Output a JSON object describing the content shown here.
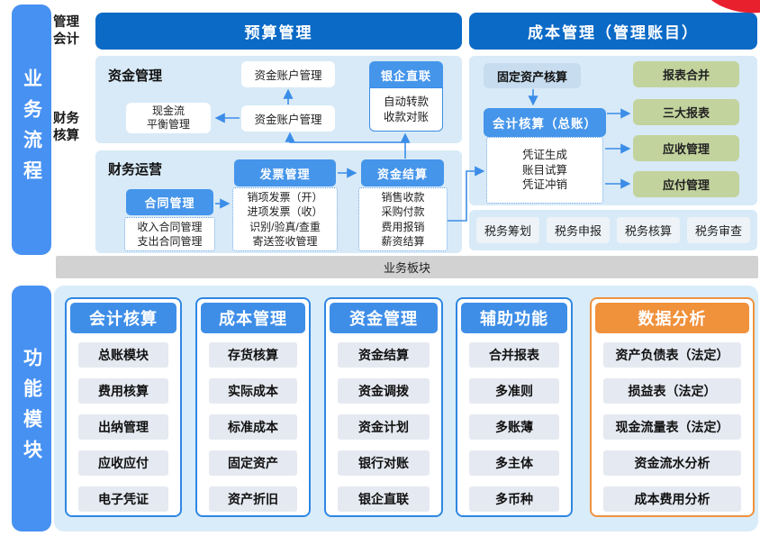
{
  "colors": {
    "primary_blue": "#0b6ac6",
    "mid_blue": "#4595ea",
    "sidebar_blue": "#4791f2",
    "panel_blue": "#d8eaf7",
    "green_box": "#c2d39d",
    "orange_accent": "#f0913c",
    "arrow_blue": "#3b8de8",
    "gray_bar": "#d2d2d2",
    "red_ribbon": "#e8202e"
  },
  "business_flow": {
    "sidebar_label": "业务流程",
    "row_labels": [
      "管理会计",
      "财务核算"
    ],
    "budget_header": "预算管理",
    "cost_header": "成本管理（管理账目）",
    "fund": {
      "title": "资金管理",
      "account_box_top": "资金账户管理",
      "account_box_mid": "资金账户管理",
      "cashflow_lines": [
        "现金流",
        "平衡管理"
      ],
      "bank_header": "银企直联",
      "bank_lines": [
        "自动转款",
        "收款对账"
      ]
    },
    "ops": {
      "title": "财务运营",
      "contract_header": "合同管理",
      "contract_items": [
        "收入合同管理",
        "支出合同管理"
      ],
      "invoice_header": "发票管理",
      "invoice_items": [
        "销项发票（开）",
        "进项发票（收）",
        "识别/验真/查重",
        "寄送签收管理"
      ],
      "settle_header": "资金结算",
      "settle_items": [
        "销售收款",
        "采购付款",
        "费用报销",
        "薪资结算"
      ]
    },
    "cost": {
      "fixed_asset": "固定资产核算",
      "ledger_header": "会计核算（总账）",
      "ledger_items": [
        "凭证生成",
        "账目试算",
        "凭证冲销"
      ],
      "report_boxes": [
        "报表合并",
        "三大报表",
        "应收管理",
        "应付管理"
      ],
      "tax_boxes": [
        "税务筹划",
        "税务申报",
        "税务核算",
        "税务审查"
      ]
    },
    "bottom_bar": "业务板块"
  },
  "function_modules": {
    "sidebar_label": "功能模块",
    "columns": [
      {
        "header": "会计核算",
        "items": [
          "总账模块",
          "费用核算",
          "出纳管理",
          "应收应付",
          "电子凭证"
        ]
      },
      {
        "header": "成本管理",
        "items": [
          "存货核算",
          "实际成本",
          "标准成本",
          "固定资产",
          "资产折旧"
        ]
      },
      {
        "header": "资金管理",
        "items": [
          "资金结算",
          "资金调拨",
          "资金计划",
          "银行对账",
          "银企直联"
        ]
      },
      {
        "header": "辅助功能",
        "items": [
          "合并报表",
          "多准则",
          "多账薄",
          "多主体",
          "多币种"
        ]
      },
      {
        "header": "数据分析",
        "items": [
          "资产负债表（法定）",
          "损益表（法定）",
          "现金流量表（法定）",
          "资金流水分析",
          "成本费用分析"
        ]
      }
    ]
  }
}
